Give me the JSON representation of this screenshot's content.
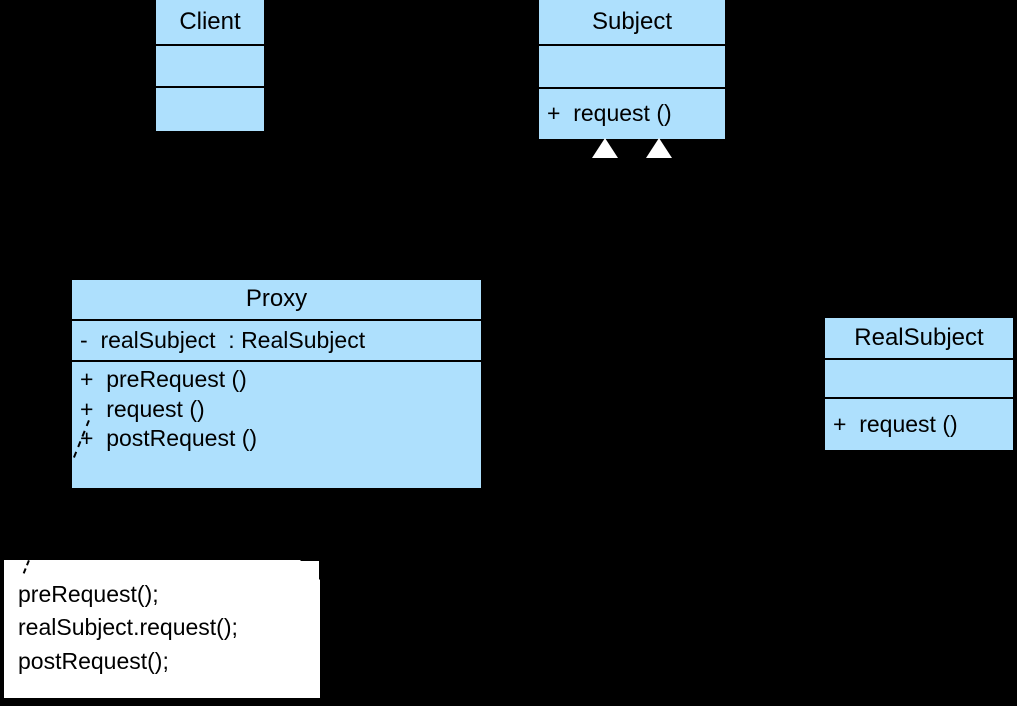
{
  "diagram": {
    "title": "Proxy Pattern UML Class Diagram",
    "background_color": "#000000",
    "class_fill_color": "#aee0fd",
    "class_border_color": "#000000",
    "note_fill_color": "#ffffff",
    "arrowhead_color": "#ffffff"
  },
  "classes": {
    "client": {
      "name": "Client",
      "attributes": [],
      "operations": []
    },
    "subject": {
      "name": "Subject",
      "attributes": [],
      "operations": [
        "+  request ()"
      ]
    },
    "proxy": {
      "name": "Proxy",
      "attributes": [
        "-  realSubject  : RealSubject"
      ],
      "operations": [
        "+  preRequest ()",
        "+  request ()",
        "+  postRequest ()"
      ]
    },
    "realsubject": {
      "name": "RealSubject",
      "attributes": [],
      "operations": [
        "+  request ()"
      ]
    }
  },
  "relationships": [
    {
      "type": "generalization",
      "from": "Proxy",
      "to": "Subject",
      "arrowhead": "hollow-triangle"
    },
    {
      "type": "generalization",
      "from": "RealSubject",
      "to": "Subject",
      "arrowhead": "hollow-triangle"
    },
    {
      "type": "association",
      "from": "Client",
      "to": "Proxy",
      "arrowhead": "none"
    },
    {
      "type": "association",
      "from": "Proxy",
      "to": "RealSubject",
      "arrowhead": "none"
    },
    {
      "type": "note-anchor",
      "from": "note",
      "to": "Proxy",
      "line_style": "dashed"
    }
  ],
  "note": {
    "lines": [
      "preRequest();",
      "realSubject.request();",
      "postRequest();"
    ],
    "attached_to": "Proxy.request ()"
  }
}
